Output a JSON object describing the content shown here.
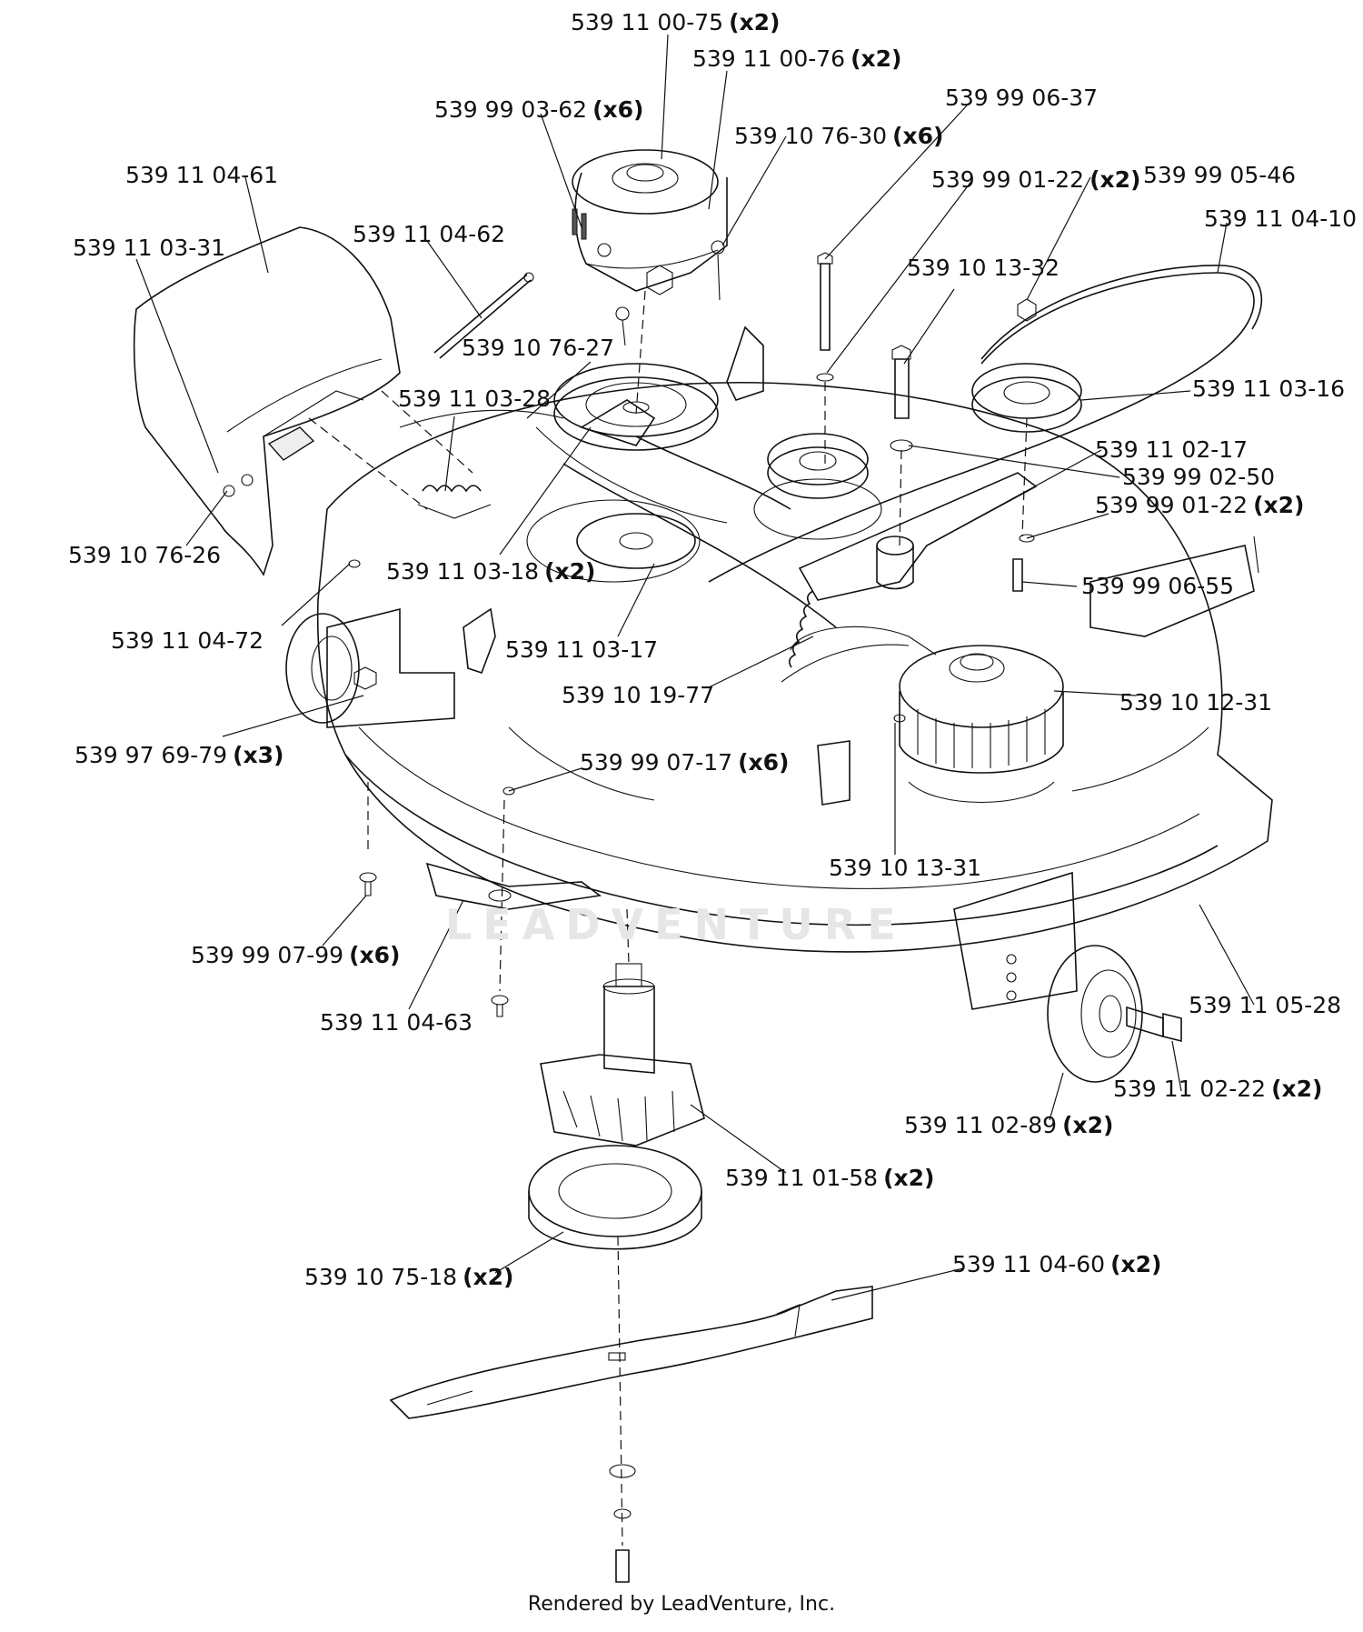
{
  "labels": [
    {
      "part": "539 11 00-75",
      "qty": "(x2)"
    },
    {
      "part": "539 11 00-76",
      "qty": "(x2)"
    },
    {
      "part": "539 99 03-62",
      "qty": "(x6)"
    },
    {
      "part": "539 99 06-37",
      "qty": ""
    },
    {
      "part": "539 10 76-30",
      "qty": "(x6)"
    },
    {
      "part": "539 99 01-22",
      "qty": "(x2)"
    },
    {
      "part": "539 99 05-46",
      "qty": ""
    },
    {
      "part": "539 11 04-61",
      "qty": ""
    },
    {
      "part": "539 11 04-10",
      "qty": ""
    },
    {
      "part": "539 11 03-31",
      "qty": ""
    },
    {
      "part": "539 11 04-62",
      "qty": ""
    },
    {
      "part": "539 10 13-32",
      "qty": ""
    },
    {
      "part": "539 10 76-27",
      "qty": ""
    },
    {
      "part": "539 11 03-16",
      "qty": ""
    },
    {
      "part": "539 11 03-28",
      "qty": ""
    },
    {
      "part": "539 11 02-17",
      "qty": ""
    },
    {
      "part": "539 99 02-50",
      "qty": ""
    },
    {
      "part": "539 99 01-22",
      "qty": "(x2)"
    },
    {
      "part": "539 10 76-26",
      "qty": ""
    },
    {
      "part": "539 11 03-18",
      "qty": "(x2)"
    },
    {
      "part": "539 99 06-55",
      "qty": ""
    },
    {
      "part": "539 11 04-72",
      "qty": ""
    },
    {
      "part": "539 11 03-17",
      "qty": ""
    },
    {
      "part": "539 10 19-77",
      "qty": ""
    },
    {
      "part": "539 10 12-31",
      "qty": ""
    },
    {
      "part": "539 97 69-79",
      "qty": "(x3)"
    },
    {
      "part": "539 99 07-17",
      "qty": "(x6)"
    },
    {
      "part": "539 10 13-31",
      "qty": ""
    },
    {
      "part": "539 99 07-99",
      "qty": "(x6)"
    },
    {
      "part": "539 11 05-28",
      "qty": ""
    },
    {
      "part": "539 11 04-63",
      "qty": ""
    },
    {
      "part": "539 11 02-22",
      "qty": "(x2)"
    },
    {
      "part": "539 11 02-89",
      "qty": "(x2)"
    },
    {
      "part": "539 11 01-58",
      "qty": "(x2)"
    },
    {
      "part": "539 10 75-18",
      "qty": "(x2)"
    },
    {
      "part": "539 11 04-60",
      "qty": "(x2)"
    }
  ],
  "watermark": "LEADVENTURE",
  "footer": "Rendered by LeadVenture, Inc."
}
